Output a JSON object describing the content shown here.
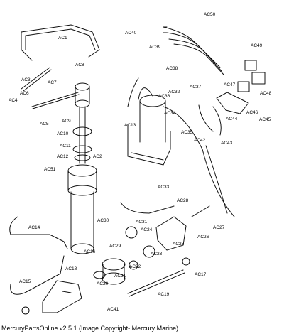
{
  "footer": "MercuryPartsOnline v2.5.1 (Image Copyright- Mercury Marine)",
  "diagram": {
    "labels": [
      "AC1",
      "AC2",
      "AC3",
      "AC4",
      "AC5",
      "AC6",
      "AC7",
      "AC8",
      "AC9",
      "AC10",
      "AC11",
      "AC12",
      "AC13",
      "AC14",
      "AC15",
      "AC16",
      "AC17",
      "AC18",
      "AC19",
      "AC20",
      "AC21",
      "AC22",
      "AC23",
      "AC24",
      "AC25",
      "AC26",
      "AC27",
      "AC28",
      "AC29",
      "AC30",
      "AC31",
      "AC32",
      "AC33",
      "AC34",
      "AC35",
      "AC36",
      "AC37",
      "AC38",
      "AC39",
      "AC40",
      "AC41",
      "AC42",
      "AC43",
      "AC44",
      "AC45",
      "AC46",
      "AC47",
      "AC48",
      "AC49",
      "AC50",
      "AC51"
    ]
  }
}
